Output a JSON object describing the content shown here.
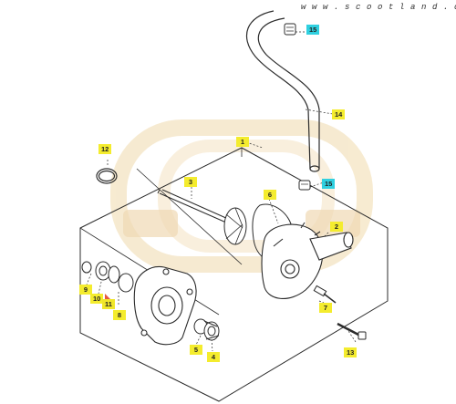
{
  "watermark": {
    "url": "w w w . s c o o t l a n d . c z"
  },
  "colors": {
    "callout_yellow": "#f4ec2e",
    "callout_teal": "#2fd0e0",
    "callout_red_marker": "#e03a20",
    "line": "#2b2b2b",
    "logo_ring": "#f5e6c6",
    "logo_bar": "#f0d9b4"
  },
  "callouts": [
    {
      "id": "c15a",
      "label": "15",
      "style": "teal"
    },
    {
      "id": "c14",
      "label": "14",
      "style": "yellow"
    },
    {
      "id": "c15b",
      "label": "15",
      "style": "teal"
    },
    {
      "id": "c1",
      "label": "1",
      "style": "yellow"
    },
    {
      "id": "c12",
      "label": "12",
      "style": "yellow"
    },
    {
      "id": "c3",
      "label": "3",
      "style": "yellow"
    },
    {
      "id": "c6",
      "label": "6",
      "style": "yellow"
    },
    {
      "id": "c2",
      "label": "2",
      "style": "yellow"
    },
    {
      "id": "c9",
      "label": "9",
      "style": "yellow"
    },
    {
      "id": "c10",
      "label": "10",
      "style": "yellow"
    },
    {
      "id": "c11",
      "label": "11",
      "style": "red"
    },
    {
      "id": "c8",
      "label": "8",
      "style": "yellow"
    },
    {
      "id": "c7",
      "label": "7",
      "style": "yellow"
    },
    {
      "id": "c5",
      "label": "5",
      "style": "yellow"
    },
    {
      "id": "c4",
      "label": "4",
      "style": "yellow"
    },
    {
      "id": "c13",
      "label": "13",
      "style": "yellow"
    }
  ]
}
